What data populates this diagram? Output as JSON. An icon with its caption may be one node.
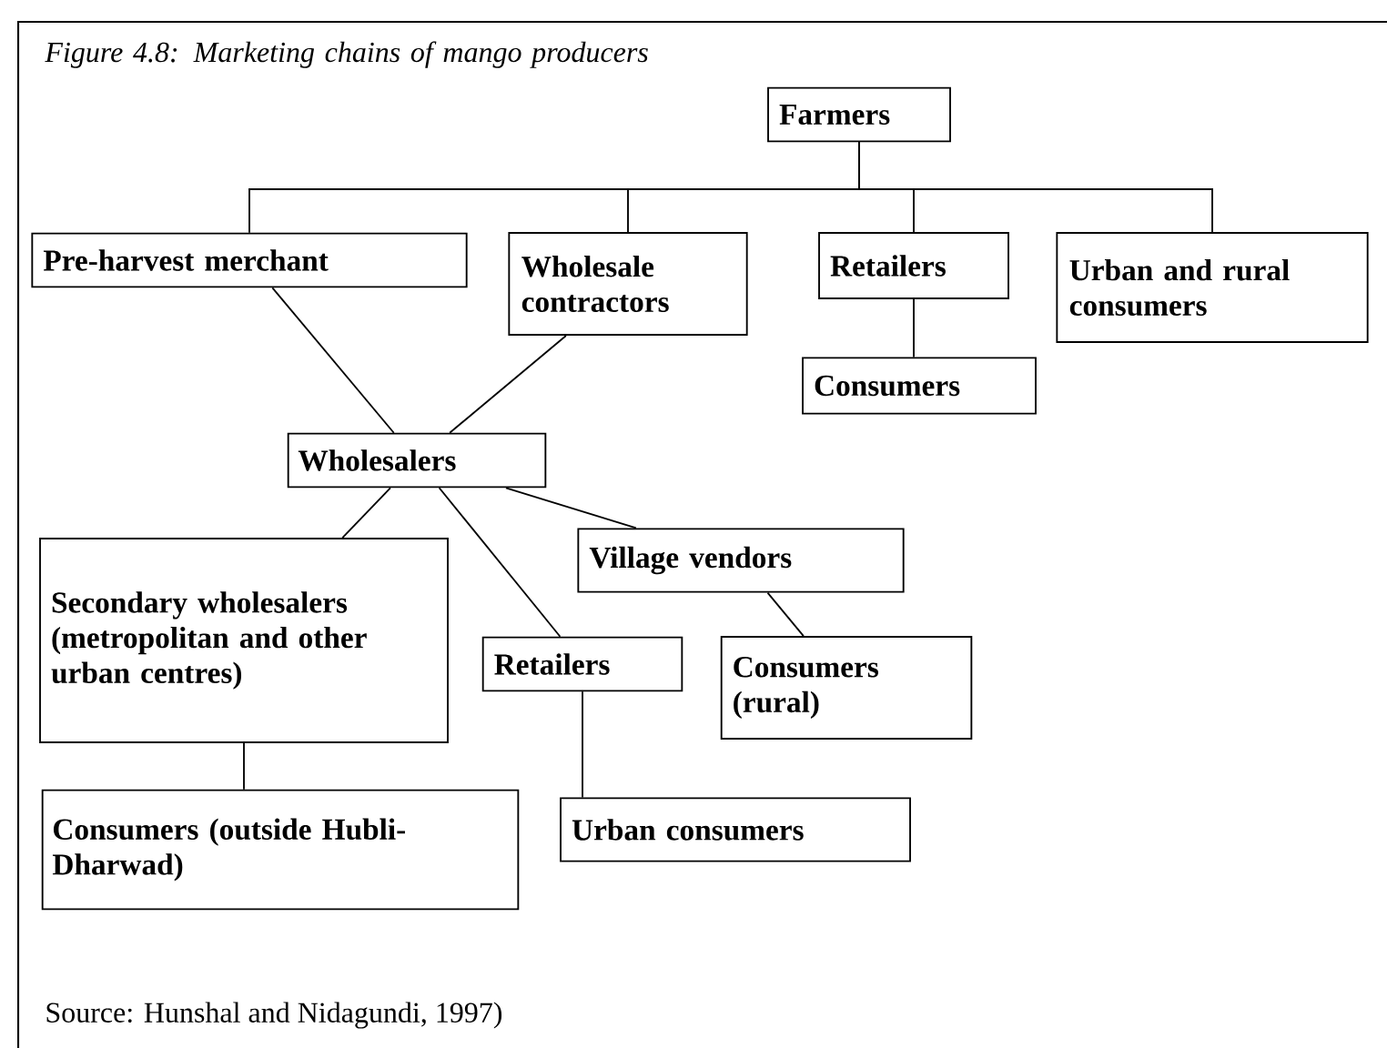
{
  "diagram": {
    "title": "Figure 4.8: Marketing chains of mango producers",
    "nodes": [
      {
        "text": [
          "Farmers"
        ]
      },
      {
        "text": [
          "Pre-harvest merchant"
        ]
      },
      {
        "text": [
          "Wholesale contractors"
        ]
      },
      {
        "text": [
          "Retailers"
        ]
      },
      {
        "text": [
          "Urban and rural consumers"
        ]
      },
      {
        "text": [
          "Consumers"
        ]
      },
      {
        "text": [
          "Wholesalers"
        ]
      },
      {
        "text": [
          "Secondary wholesalers (metropolitan and other urban centres)"
        ]
      },
      {
        "text": [
          "Village vendors"
        ]
      },
      {
        "text": [
          "Retailers"
        ]
      },
      {
        "text": [
          "Consumers (rural)"
        ]
      },
      {
        "text": [
          "Consumers (outside Hubli-Dharwad)"
        ]
      },
      {
        "text": [
          "Urban consumers"
        ]
      }
    ],
    "edges": [
      {
        "from": 0,
        "to": 1,
        "arrow": "none"
      },
      {
        "from": 0,
        "to": 2,
        "arrow": "none"
      },
      {
        "from": 0,
        "to": 3,
        "arrow": "none"
      },
      {
        "from": 0,
        "to": 4,
        "arrow": "none"
      },
      {
        "from": 1,
        "to": 6,
        "arrow": "none"
      },
      {
        "from": 2,
        "to": 6,
        "arrow": "none"
      },
      {
        "from": 3,
        "to": 5,
        "arrow": "none"
      },
      {
        "from": 6,
        "to": 7,
        "arrow": "none"
      },
      {
        "from": 6,
        "to": 9,
        "arrow": "none"
      },
      {
        "from": 6,
        "to": 8,
        "arrow": "none"
      },
      {
        "from": 8,
        "to": 10,
        "arrow": "none"
      },
      {
        "from": 7,
        "to": 11,
        "arrow": "none"
      },
      {
        "from": 9,
        "to": 12,
        "arrow": "none"
      }
    ],
    "labels": [
      "Source: Hunshal and Nidagundi, 1997)"
    ]
  }
}
